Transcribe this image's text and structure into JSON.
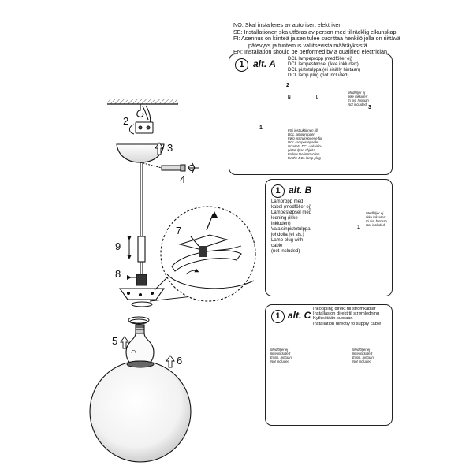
{
  "warnings": [
    "NO: Skal installeres av autorisert elektriker.",
    "SE: Installationen ska utföras av person med tillräcklig elkunskap.",
    "FI:  Asennus on kiinteä ja sen tulee suorittaa henkilö jolla on riittävä",
    "pätevyys ja tuntemus vallitsevista määräyksistä.",
    "EN: Installation should be performed by a qualified electrician."
  ],
  "steps": {
    "s1": "1",
    "s2": "2",
    "s3": "3",
    "s4": "4",
    "s5": "5",
    "s6": "6",
    "s7": "7",
    "s8": "8",
    "s9": "9"
  },
  "alt_a": {
    "num": "1",
    "title": "alt. A",
    "lines": [
      "DCL lampepropp (medföljer ej)",
      "DCL lampestøpsel (ikke inkludert)",
      "DCL pistotulppa (ei sisälly hintaan)",
      "DCL lamp plug (not included)"
    ],
    "small_steps": {
      "a1": "1",
      "a2": "2",
      "a3": "3"
    },
    "terminals": {
      "n": "N",
      "l": "L"
    },
    "follow": [
      "Följ instruktionen till",
      "DCL lampproppen",
      "Følg instruksjonene for",
      "DCL-lampestøpselet",
      "Noudata DCL-valaisin-",
      "pistotulpan ohjeita",
      "Follow the instruction",
      "for the DCL lamp plug"
    ],
    "note": [
      "Medföljer ej",
      "Ikke inkludert",
      "Ei sis. hintaan",
      "Not included"
    ]
  },
  "alt_b": {
    "num": "1",
    "title": "alt. B",
    "lines": [
      "Lampropp med",
      "kabel (medföljer ej)",
      "Lampestøpsel med",
      "ledning (ikke",
      "inkludert)",
      "Valaisinpistotulppa",
      "johdolla (ei sis.)",
      "Lamp plug with",
      "cable",
      "(not included)"
    ],
    "note": [
      "Medföljer ej",
      "Ikke inkludert",
      "Ei sis. hintaan",
      "Not included"
    ],
    "small_step": "1"
  },
  "alt_c": {
    "num": "1",
    "title": "alt. C",
    "lines": [
      "Inkoppling direkt till strömkablar",
      "Installasjon direkt til strømledning",
      "Kytkeätään suoraan",
      "Installation directly to supply cable"
    ],
    "note": [
      "Medföljer ej",
      "Ikke inkludert",
      "Ei sis. hintaan",
      "Not included"
    ]
  }
}
